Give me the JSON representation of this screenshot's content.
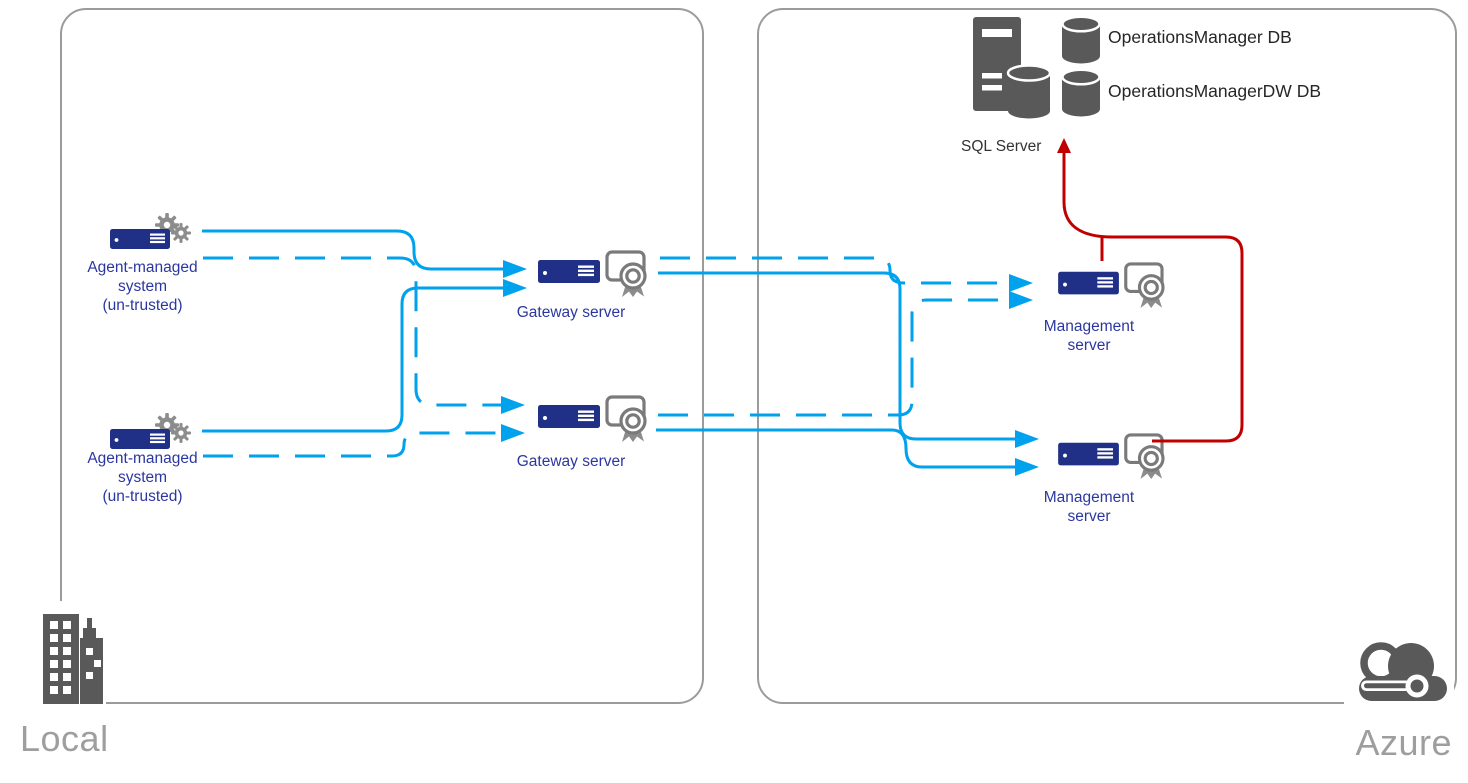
{
  "zones": {
    "local": {
      "label": "Local"
    },
    "azure": {
      "label": "Azure"
    }
  },
  "nodes": {
    "agent_top": {
      "lines": [
        "Agent-managed",
        "system",
        "(un-trusted)"
      ]
    },
    "agent_bottom": {
      "lines": [
        "Agent-managed",
        "system",
        "(un-trusted)"
      ]
    },
    "gateway_top": {
      "label": "Gateway server"
    },
    "gateway_bottom": {
      "label": "Gateway server"
    },
    "mgmt_top": {
      "lines": [
        "Management",
        "server"
      ]
    },
    "mgmt_bottom": {
      "lines": [
        "Management",
        "server"
      ]
    },
    "sql_server": {
      "label": "SQL Server"
    },
    "db_operations_manager": {
      "label": "OperationsManager DB"
    },
    "db_operations_manager_dw": {
      "label": "OperationsManagerDW DB"
    }
  },
  "connections": [
    {
      "from": "agent_top",
      "to": "gateway_top",
      "style": "solid",
      "color": "blue"
    },
    {
      "from": "agent_bottom",
      "to": "gateway_top",
      "style": "solid",
      "color": "blue"
    },
    {
      "from": "agent_top",
      "to": "gateway_bottom",
      "style": "dashed",
      "color": "blue"
    },
    {
      "from": "agent_bottom",
      "to": "gateway_bottom",
      "style": "dashed",
      "color": "blue"
    },
    {
      "from": "gateway_top",
      "to": "mgmt_bottom",
      "style": "solid",
      "color": "blue"
    },
    {
      "from": "gateway_bottom",
      "to": "mgmt_bottom",
      "style": "solid",
      "color": "blue"
    },
    {
      "from": "gateway_top",
      "to": "mgmt_top",
      "style": "dashed",
      "color": "blue"
    },
    {
      "from": "gateway_bottom",
      "to": "mgmt_top",
      "style": "dashed",
      "color": "blue"
    },
    {
      "from": "mgmt_top",
      "to": "sql_server",
      "style": "solid",
      "color": "red"
    },
    {
      "from": "mgmt_bottom",
      "to": "sql_server",
      "style": "solid",
      "color": "red"
    }
  ],
  "colors": {
    "connection_blue": "#00a2ed",
    "db_red": "#c00000",
    "node_navy": "#203087",
    "icon_gray": "#595959",
    "label_blue": "#2b37a0",
    "zone_gray": "#9e9e9e",
    "panel_gray": "#9b9b9b"
  }
}
